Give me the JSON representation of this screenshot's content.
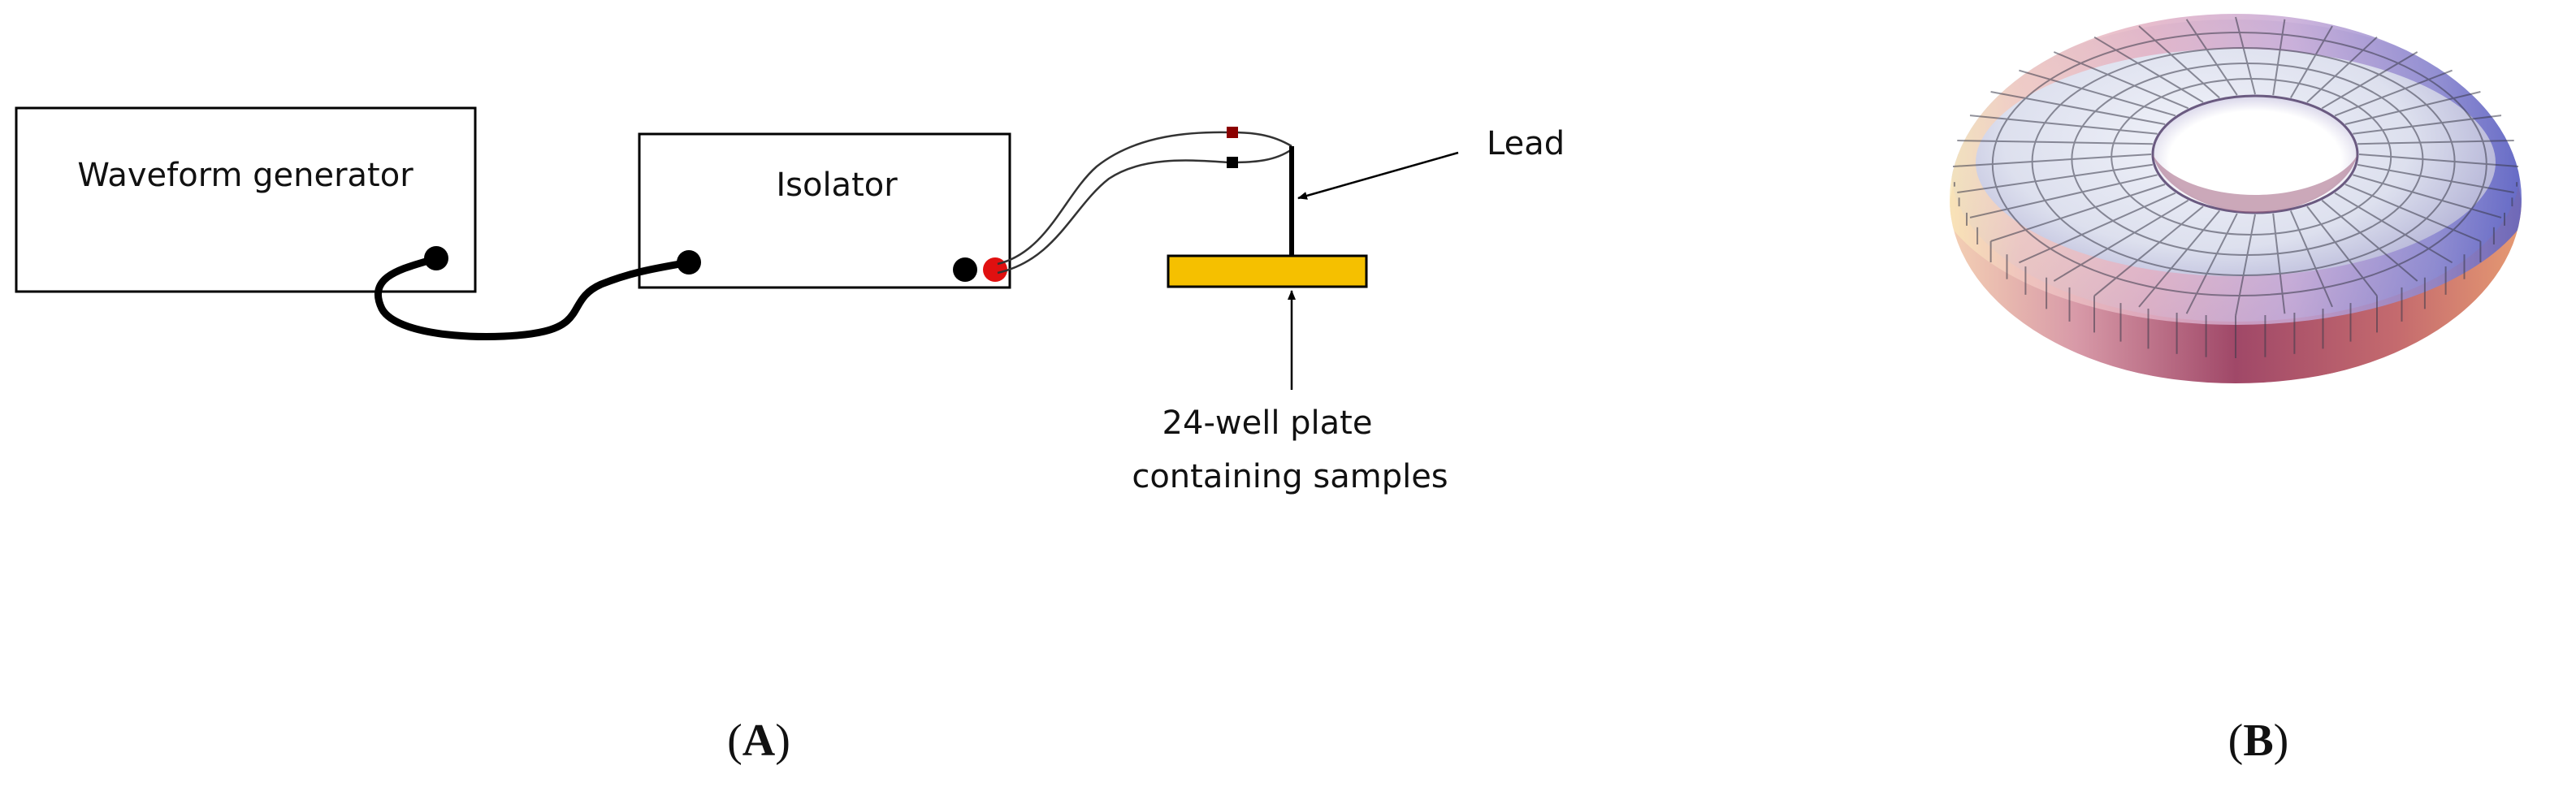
{
  "panel_a": {
    "waveform_generator": "Waveform generator",
    "isolator": "Isolator",
    "lead": "Lead",
    "plate_line1": "24-well plate",
    "plate_line2": "containing samples",
    "label_open": "(",
    "label_letter": "A",
    "label_close": ")"
  },
  "panel_b": {
    "label_open": "(",
    "label_letter": "B",
    "label_close": ")"
  },
  "colors": {
    "plate_fill": "#F5C000",
    "red_terminal": "#E01010",
    "dark_red_terminal": "#8B0000",
    "black": "#000000"
  }
}
